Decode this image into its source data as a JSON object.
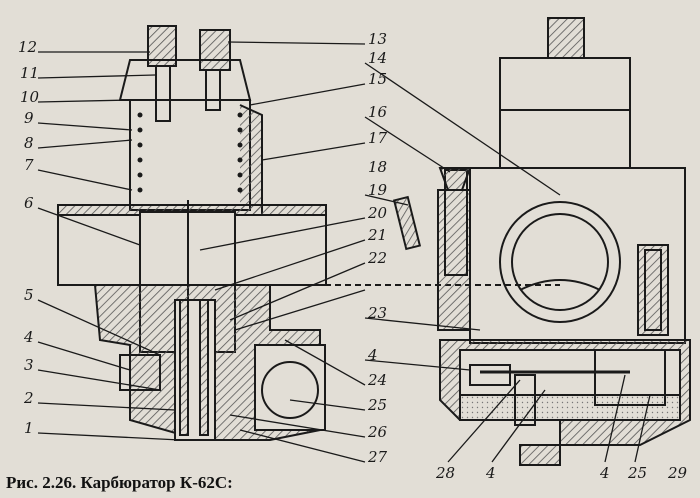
{
  "caption": "Рис. 2.26. Карбюратор К-62С:",
  "left_labels": [
    "12",
    "11",
    "10",
    "9",
    "8",
    "7",
    "6",
    "5",
    "4",
    "3",
    "2",
    "1"
  ],
  "right_labels": [
    "13",
    "14",
    "15",
    "16",
    "17",
    "18",
    "19",
    "20",
    "21",
    "22",
    "23",
    "4",
    "24",
    "25",
    "26",
    "27"
  ],
  "bottom_labels": [
    "28",
    "4",
    "4",
    "25",
    "29"
  ],
  "colors": {
    "ink": "#1a1a1a",
    "paper": "#e2ded6",
    "hatch": "#555555"
  }
}
